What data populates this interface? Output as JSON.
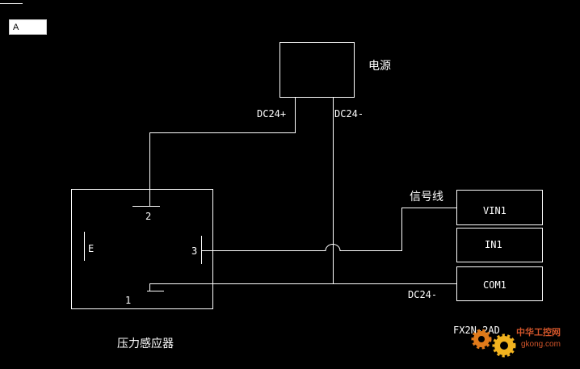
{
  "layer_input": {
    "value": "A"
  },
  "labels": {
    "power_supply": "电源",
    "dc24_plus": "DC24+",
    "dc24_minus_top": "DC24-",
    "signal_line": "信号线",
    "vin1": "VIN1",
    "in1": "IN1",
    "com1": "COM1",
    "dc24_minus_bottom": "DC24-",
    "pin_2": "2",
    "pin_e": "E",
    "pin_3": "3",
    "pin_1": "1",
    "pressure_sensor": "压力感应器",
    "module_name": "FX2N-2AD",
    "watermark_cn": "中华工控网",
    "watermark_url": "gkong.com"
  },
  "colors": {
    "background": "#000000",
    "lines": "#ffffff",
    "watermark_gear_1": "#e07a1a",
    "watermark_gear_2": "#f2b31f",
    "watermark_text": "#d2552a"
  }
}
